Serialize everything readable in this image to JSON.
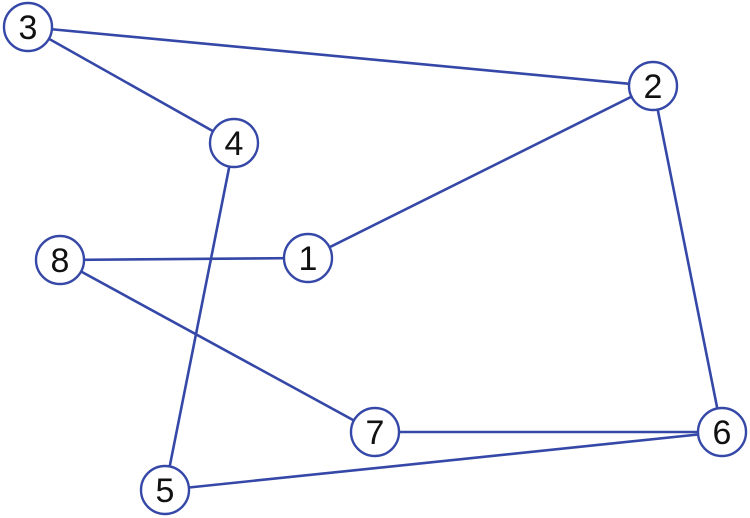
{
  "colors": {
    "line": "#3548a8",
    "node_fill": "#ffffff",
    "label": "#111111"
  },
  "nodes": [
    {
      "id": "1",
      "label": "1"
    },
    {
      "id": "2",
      "label": "2"
    },
    {
      "id": "3",
      "label": "3"
    },
    {
      "id": "4",
      "label": "4"
    },
    {
      "id": "5",
      "label": "5"
    },
    {
      "id": "6",
      "label": "6"
    },
    {
      "id": "7",
      "label": "7"
    },
    {
      "id": "8",
      "label": "8"
    }
  ],
  "edges": [
    [
      "3",
      "2"
    ],
    [
      "3",
      "4"
    ],
    [
      "2",
      "1"
    ],
    [
      "2",
      "6"
    ],
    [
      "8",
      "1"
    ],
    [
      "8",
      "7"
    ],
    [
      "4",
      "5"
    ],
    [
      "7",
      "6"
    ],
    [
      "5",
      "6"
    ]
  ]
}
